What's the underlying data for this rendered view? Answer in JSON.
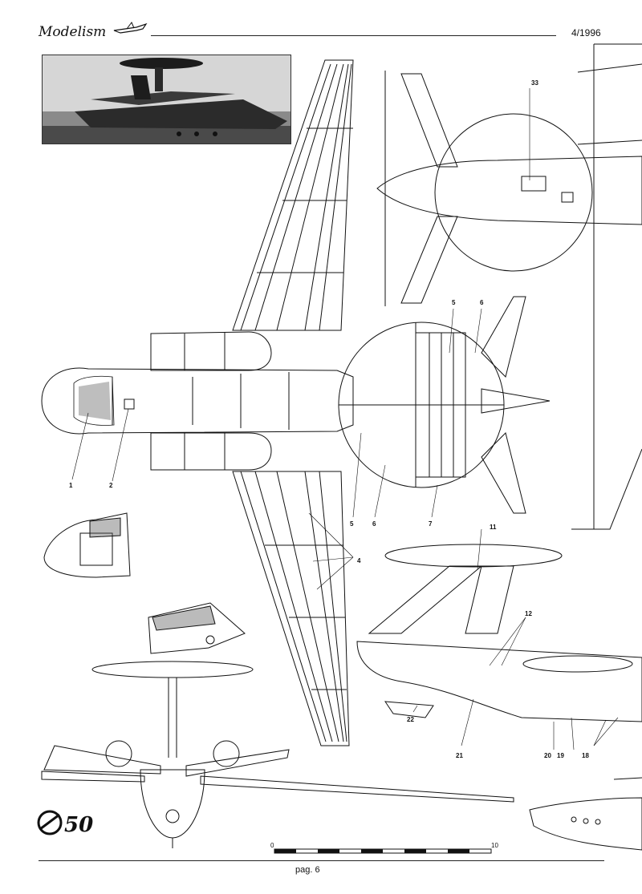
{
  "header": {
    "magazine": "Modelism",
    "issue": "4/1996"
  },
  "footer": {
    "page": "pag. 6"
  },
  "logo": {
    "number": "50"
  },
  "scale": {
    "start": "0",
    "end": "10",
    "segments": 10
  },
  "callouts": [
    {
      "id": "c1",
      "text": "1"
    },
    {
      "id": "c2",
      "text": "2"
    },
    {
      "id": "c4",
      "text": "4"
    },
    {
      "id": "c5",
      "text": "5"
    },
    {
      "id": "c6",
      "text": "6"
    },
    {
      "id": "c7",
      "text": "7"
    },
    {
      "id": "c5b",
      "text": "5"
    },
    {
      "id": "c6b",
      "text": "6"
    },
    {
      "id": "c11",
      "text": "11"
    },
    {
      "id": "c12",
      "text": "12"
    },
    {
      "id": "c18",
      "text": "18"
    },
    {
      "id": "c19",
      "text": "19"
    },
    {
      "id": "c20",
      "text": "20"
    },
    {
      "id": "c21",
      "text": "21"
    },
    {
      "id": "c22",
      "text": "22"
    },
    {
      "id": "c33",
      "text": "33"
    }
  ]
}
